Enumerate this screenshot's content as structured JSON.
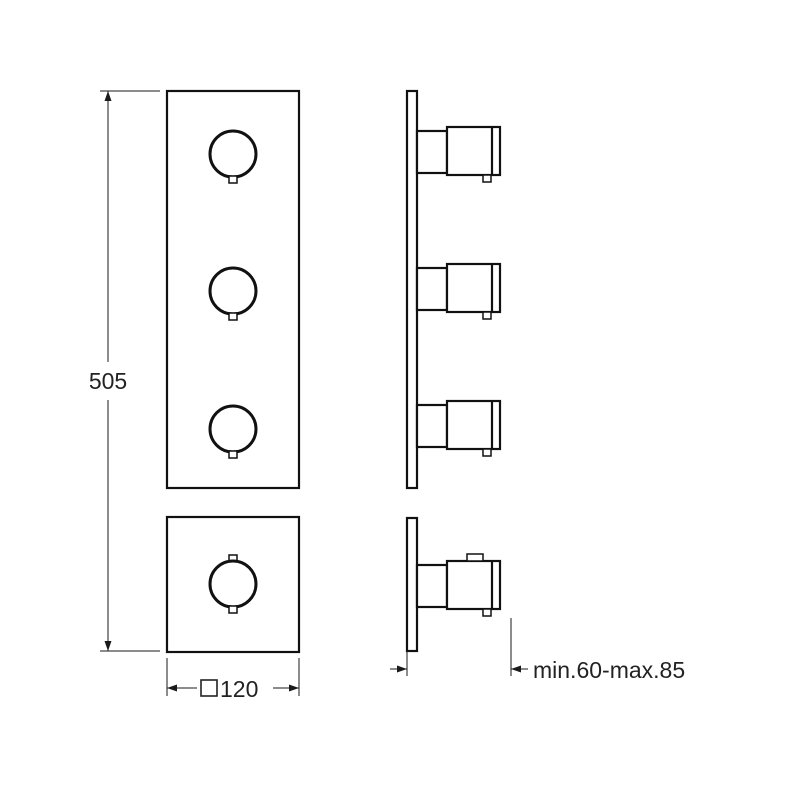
{
  "dimensions": {
    "height": "505",
    "width": "120",
    "depth": "min.60-max.85"
  },
  "icons": {
    "square_symbol": "square-symbol-icon"
  }
}
